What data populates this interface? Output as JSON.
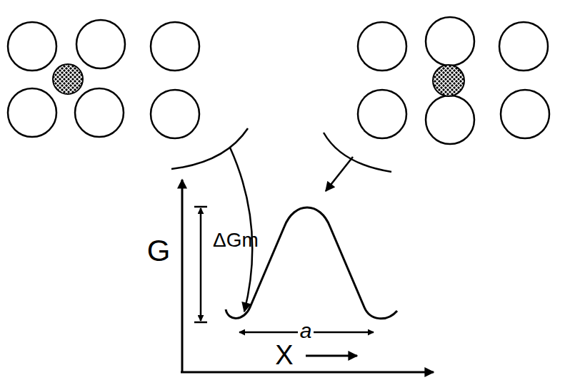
{
  "diagram": {
    "labels": [
      "G",
      "ΔGm",
      "a",
      "X"
    ]
  }
}
